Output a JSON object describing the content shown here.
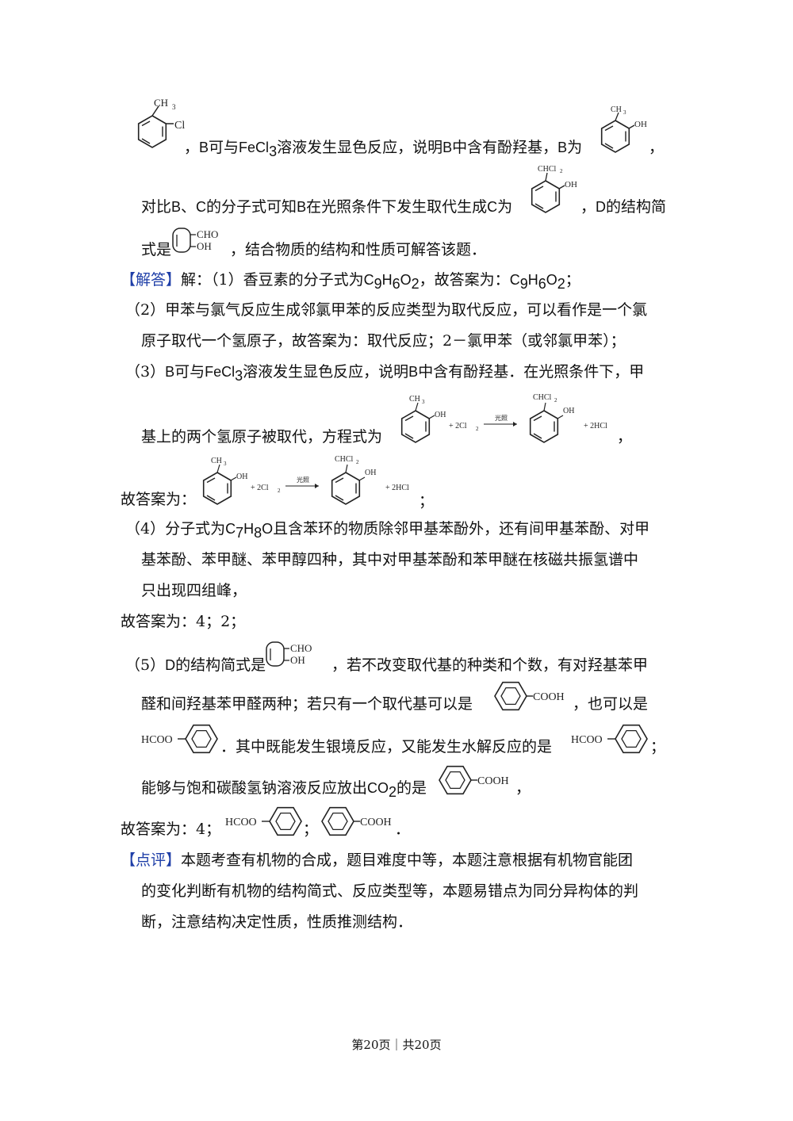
{
  "texts": {
    "l1a": "，",
    "l1b": "B",
    "l1c": "可与",
    "l1d": "FeCl",
    "l1d_sub": "3",
    "l1e": "溶液发生显色反应，说明",
    "l1f": "B",
    "l1g": "中含有酚羟基，",
    "l1h": "B",
    "l1i": "为",
    "l1j": "，",
    "l2a": "对比",
    "l2b": "B",
    "l2c": "、",
    "l2d": "C",
    "l2e": "的分子式可知",
    "l2f": "B",
    "l2g": "在光照条件下发生取代生成",
    "l2h": "C",
    "l2i": "为",
    "l2j": "，",
    "l2k": "D",
    "l2l": "的结构简",
    "l3a": "式是",
    "l3b": "，结合物质的结构和性质可解答该题．",
    "ans_tag": "【解答】",
    "ans1": "解：（1）香豆素的分子式为",
    "ans1_f1": "C",
    "ans1_f1a": "9",
    "ans1_f1b": "H",
    "ans1_f1c": "6",
    "ans1_f1d": "O",
    "ans1_f1e": "2",
    "ans1_b": "，故答案为：",
    "ans1_f2": "C",
    "ans1_f2a": "9",
    "ans1_f2b": "H",
    "ans1_f2c": "6",
    "ans1_f2d": "O",
    "ans1_f2e": "2",
    "ans1_end": "；",
    "p2a": "（2）甲苯与氯气反应生成邻氯甲苯的反应类型为取代反应，可以看作是一个氯",
    "p2b": "原子取代一个氢原子，故答案为：取代反应；2－氯甲苯（或邻氯甲苯）；",
    "p3a": "（3）",
    "p3b": "B",
    "p3c": "可与",
    "p3d": "FeCl",
    "p3d_sub": "3",
    "p3e": "溶液发生显色反应，说明",
    "p3f": "B",
    "p3g": "中含有酚羟基．在光照条件下，甲",
    "p3h": "基上的两个氢原子被取代，方程式为",
    "p3i": "，",
    "p3j": "故答案为：",
    "p3k": "；",
    "p4a": "（4）分子式为",
    "p4f": "C",
    "p4f1": "7",
    "p4f2": "H",
    "p4f3": "8",
    "p4f4": "O",
    "p4b": "且含苯环的物质除邻甲基苯酚外，还有间甲基苯酚、对甲",
    "p4c": "基苯酚、苯甲醚、苯甲醇四种，其中对甲基苯酚和苯甲醚在核磁共振氢谱中",
    "p4d": "只出现四组峰，",
    "p4e": "故答案为：4；2；",
    "p5a": "（5）",
    "p5b": "D",
    "p5c": "的结构简式是",
    "p5d": "，若不改变取代基的种类和个数，有对羟基苯甲",
    "p5e": "醛和间羟基苯甲醛两种；若只有一个取代基可以是",
    "p5f": "，也可以是",
    "p5g": "．其中既能发生银境反应，又能发生水解反应的是",
    "p5h": "；",
    "p5i": "能够与饱和碳酸氢钠溶液反应放出",
    "p5co": "CO",
    "p5co_sub": "2",
    "p5j": "的是",
    "p5k": "，",
    "p5l": "故答案为：4；",
    "p5m": "；",
    "p5n": "．",
    "rev_tag": "【点评】",
    "rev1": "本题考查有机物的合成，题目难度中等，本题注意根据有机物官能团",
    "rev2": "的变化判断有机物的结构简式、反应类型等，本题易错点为同分异构体的判",
    "rev3": "断，注意结构决定性质，性质推测结构．",
    "footer": "第20页｜共20页"
  },
  "molecules": {
    "ch3": "CH",
    "ch3_sub": "3",
    "cl": "Cl",
    "oh": "OH",
    "chcl": "CHCl",
    "chcl_sub": "2",
    "cho": "CHO",
    "cooh": "COOH",
    "hcoo": "HCOO",
    "cl2_pre": "+ 2Cl",
    "cl2_sub": "2",
    "light": "光照",
    "hcl": "+ 2HCl"
  },
  "colors": {
    "tag": "#1f3fa8",
    "text": "#111111"
  }
}
